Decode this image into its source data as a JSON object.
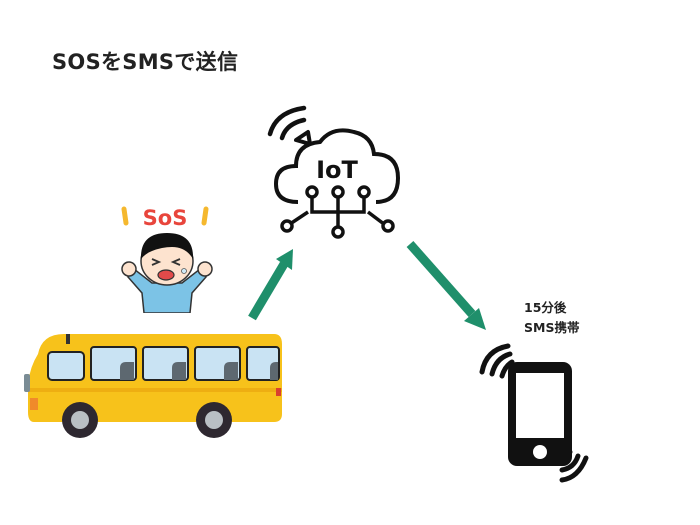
{
  "title": "SOSをSMSで送信",
  "cloud": {
    "label": "IoT",
    "icon": "iot-cloud-icon"
  },
  "child": {
    "badge": "SoS",
    "icon": "distressed-child-icon"
  },
  "bus": {
    "icon": "school-bus-icon",
    "color": "#f5c518"
  },
  "phone": {
    "label_line1": "15分後",
    "label_line2": "SMS携帯",
    "icon": "vibrating-smartphone-icon"
  },
  "arrows": {
    "color": "#1f8f6b",
    "items": [
      {
        "from": "bus",
        "to": "cloud"
      },
      {
        "from": "cloud",
        "to": "phone"
      }
    ]
  }
}
